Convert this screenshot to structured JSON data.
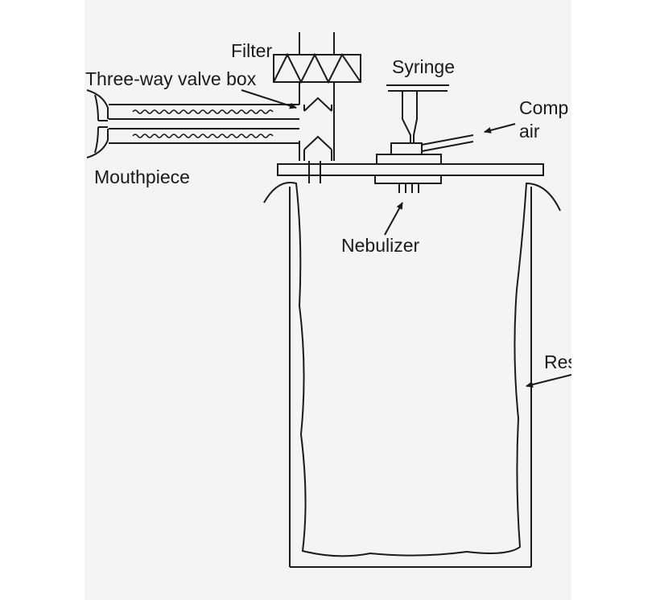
{
  "labels": {
    "filter": "Filter",
    "syringe": "Syringe",
    "valve_box": "Three-way valve box",
    "compressed_line1": "Comp",
    "compressed_line2": "air",
    "mouthpiece": "Mouthpiece",
    "nebulizer": "Nebulizer",
    "reservoir": "Res"
  },
  "colors": {
    "ink": "#1a1a1a",
    "background": "#f4f4f4"
  }
}
